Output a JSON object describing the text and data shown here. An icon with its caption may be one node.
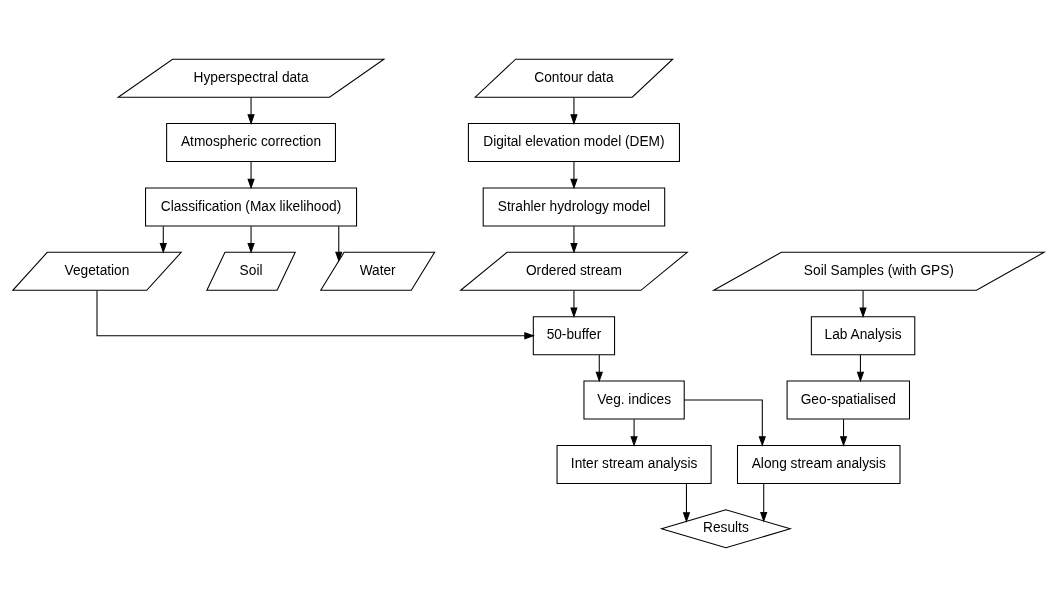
{
  "diagram": {
    "nodes": [
      {
        "text": [
          "Hyperspectral data"
        ]
      },
      {
        "text": [
          "Atmospheric correction"
        ]
      },
      {
        "text": [
          "Classification (Max likelihood)"
        ]
      },
      {
        "text": [
          "Vegetation"
        ]
      },
      {
        "text": [
          "Soil"
        ]
      },
      {
        "text": [
          "Water"
        ]
      },
      {
        "text": [
          "Contour data"
        ]
      },
      {
        "text": [
          "Digital elevation model (DEM)"
        ]
      },
      {
        "text": [
          "Strahler hydrology model"
        ]
      },
      {
        "text": [
          "Ordered stream"
        ]
      },
      {
        "text": [
          "Soil Samples (with GPS)"
        ]
      },
      {
        "text": [
          "Lab Analysis"
        ]
      },
      {
        "text": [
          "Geo-spatialised"
        ]
      },
      {
        "text": [
          "50-buffer"
        ]
      },
      {
        "text": [
          "Veg. indices"
        ]
      },
      {
        "text": [
          "Along stream analysis"
        ]
      },
      {
        "text": [
          "Inter stream analysis"
        ]
      },
      {
        "text": [
          "Results"
        ]
      }
    ],
    "edges": [
      {
        "from": 0,
        "to": 1,
        "arrow": "to"
      },
      {
        "from": 1,
        "to": 2,
        "arrow": "to"
      },
      {
        "from": 2,
        "to": 3,
        "arrow": "to"
      },
      {
        "from": 2,
        "to": 4,
        "arrow": "to"
      },
      {
        "from": 2,
        "to": 5,
        "arrow": "to"
      },
      {
        "from": 6,
        "to": 7,
        "arrow": "to"
      },
      {
        "from": 7,
        "to": 8,
        "arrow": "to"
      },
      {
        "from": 8,
        "to": 9,
        "arrow": "to"
      },
      {
        "from": 10,
        "to": 11,
        "arrow": "to"
      },
      {
        "from": 11,
        "to": 12,
        "arrow": "to"
      },
      {
        "from": 12,
        "to": 15,
        "arrow": "to"
      },
      {
        "from": 3,
        "to": 13,
        "arrow": "to"
      },
      {
        "from": 9,
        "to": 13,
        "arrow": "to"
      },
      {
        "from": 13,
        "to": 14,
        "arrow": "to"
      },
      {
        "from": 14,
        "to": 15,
        "arrow": "to"
      },
      {
        "from": 14,
        "to": 16,
        "arrow": "to"
      },
      {
        "from": 15,
        "to": 17,
        "arrow": "to"
      },
      {
        "from": 16,
        "to": 17,
        "arrow": "to"
      }
    ]
  }
}
